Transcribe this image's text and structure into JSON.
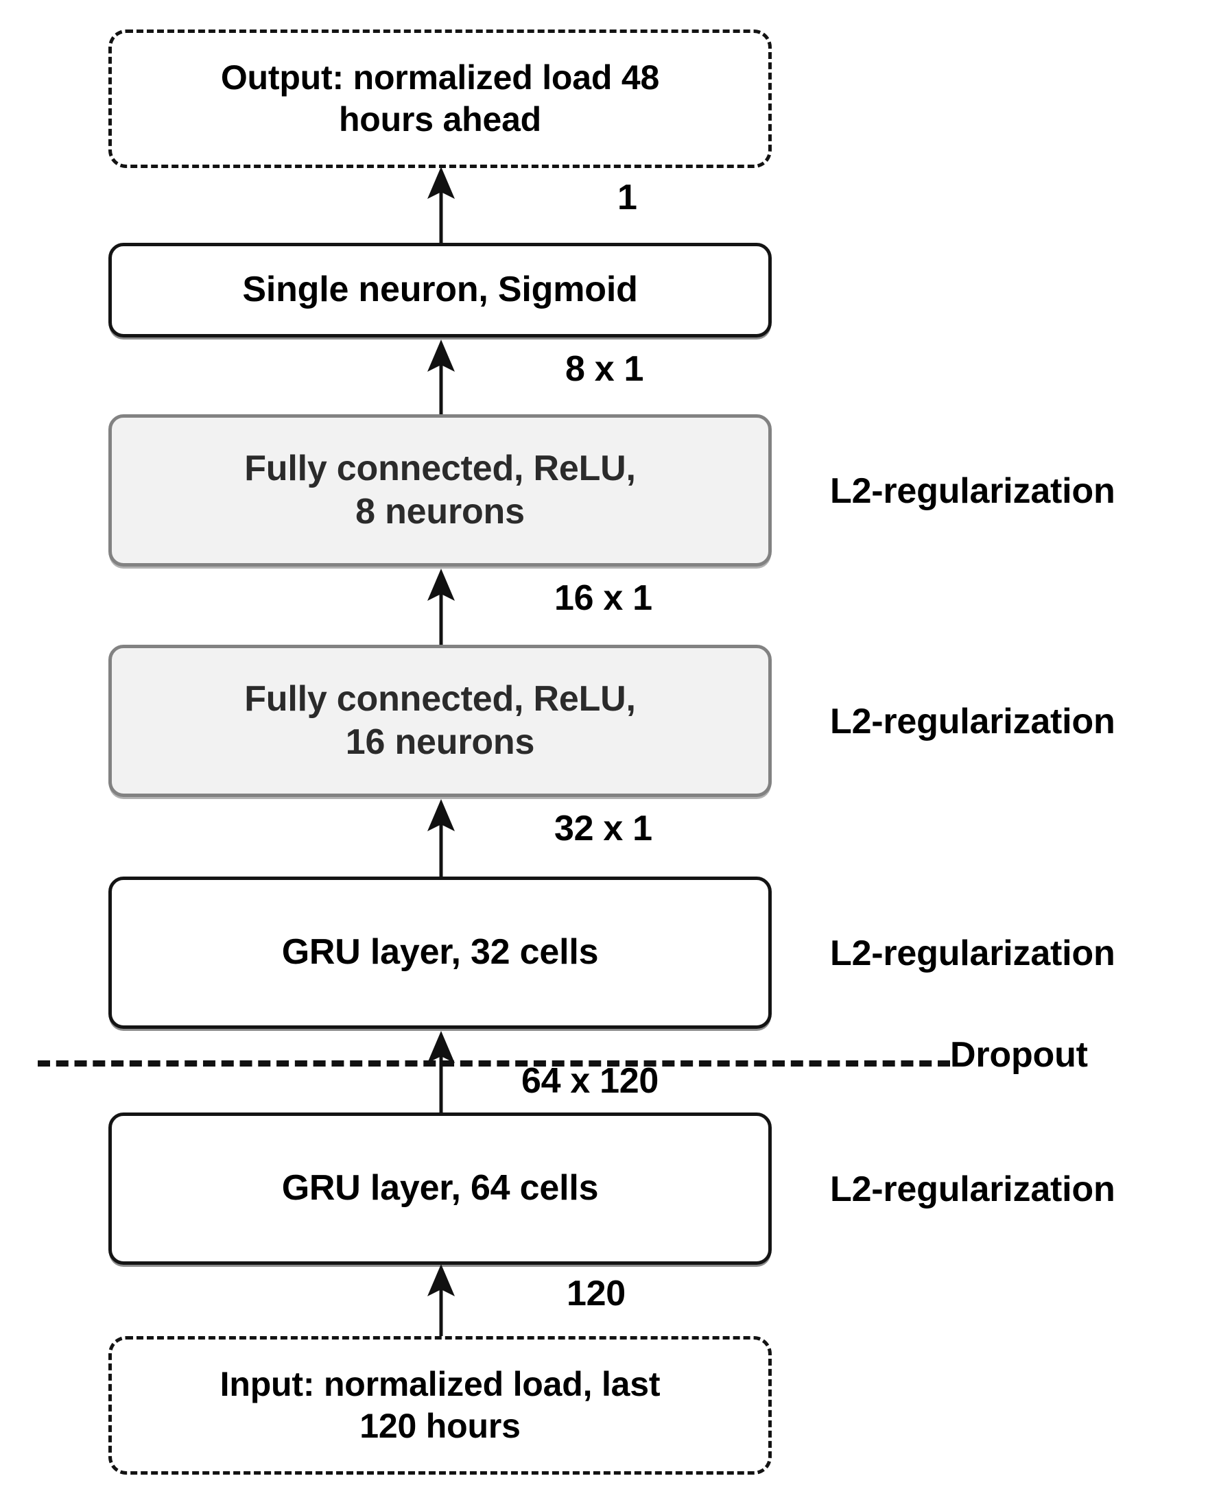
{
  "diagram": {
    "title": "GRU neural network architecture for load forecasting",
    "colors": {
      "background": "#ffffff",
      "solid_border": "#141414",
      "gray_fill": "#f2f2f2",
      "gray_border": "#828282",
      "text": "#000000"
    },
    "nodes": [
      {
        "id": "output",
        "style": "dashed-io",
        "lines": [
          "Output: normalized load 48",
          "hours ahead"
        ],
        "text": "Output: normalized load 48 hours ahead"
      },
      {
        "id": "dense-out",
        "style": "solid-white",
        "lines": [
          "Single neuron, Sigmoid"
        ],
        "text": "Single neuron, Sigmoid"
      },
      {
        "id": "fc8",
        "style": "solid-gray",
        "lines": [
          "Fully connected, ReLU,",
          "8 neurons"
        ],
        "text": "Fully connected, ReLU, 8 neurons"
      },
      {
        "id": "fc16",
        "style": "solid-gray",
        "lines": [
          "Fully connected, ReLU,",
          "16 neurons"
        ],
        "text": "Fully connected, ReLU, 16 neurons"
      },
      {
        "id": "gru32",
        "style": "solid-white",
        "lines": [
          "GRU layer, 32 cells"
        ],
        "text": "GRU layer, 32 cells"
      },
      {
        "id": "gru64",
        "style": "solid-white",
        "lines": [
          "GRU layer, 64 cells"
        ],
        "text": "GRU layer, 64 cells"
      },
      {
        "id": "input",
        "style": "dashed-io",
        "lines": [
          "Input: normalized load, last",
          "120 hours"
        ],
        "text": "Input: normalized load, last 120 hours"
      }
    ],
    "edge_labels": [
      {
        "id": "e-out",
        "text": "1",
        "from": "dense-out",
        "to": "output"
      },
      {
        "id": "e-dense",
        "text": "8 x 1",
        "from": "fc8",
        "to": "dense-out"
      },
      {
        "id": "e-fc8",
        "text": "16 x 1",
        "from": "fc16",
        "to": "fc8"
      },
      {
        "id": "e-fc16",
        "text": "32 x 1",
        "from": "gru32",
        "to": "fc16"
      },
      {
        "id": "e-gru32",
        "text": "64 x 120",
        "from": "gru64",
        "to": "gru32"
      },
      {
        "id": "e-gru64",
        "text": "120",
        "from": "input",
        "to": "gru64"
      }
    ],
    "side_labels": [
      {
        "id": "s-fc8",
        "text": "L2-regularization"
      },
      {
        "id": "s-fc16",
        "text": "L2-regularization"
      },
      {
        "id": "s-gru32",
        "text": "L2-regularization"
      },
      {
        "id": "s-drop",
        "text": "Dropout"
      },
      {
        "id": "s-gru64",
        "text": "L2-regularization"
      }
    ]
  }
}
